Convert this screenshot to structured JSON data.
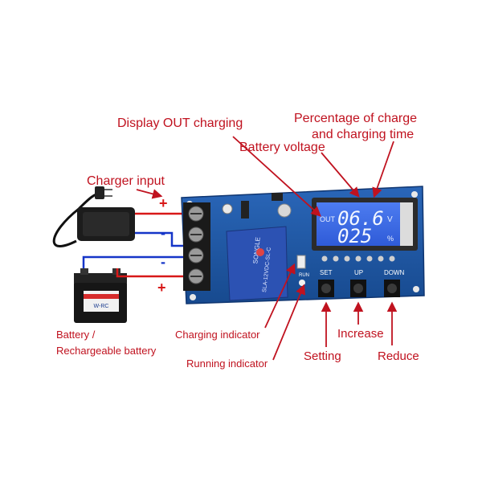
{
  "labels": {
    "display_out_charging": "Display OUT charging",
    "percentage_line1": "Percentage of charge",
    "percentage_line2": "and charging time",
    "battery_voltage": "Battery voltage",
    "charger_input": "Charger input",
    "battery_line1": "Battery /",
    "battery_line2": "Rechargeable battery",
    "charging_indicator": "Charging indicator",
    "running_indicator": "Running indicator",
    "setting": "Setting",
    "increase": "Increase",
    "reduce": "Reduce"
  },
  "polarity": {
    "charger_plus": "+",
    "charger_minus": "-",
    "battery_minus": "-",
    "battery_plus": "+"
  },
  "lcd": {
    "out": "OUT",
    "voltage": "06.6",
    "voltage_unit": "V",
    "percent": "025",
    "percent_unit": "%"
  },
  "board_buttons": {
    "set": "SET",
    "up": "UP",
    "down": "DOWN"
  },
  "relay": {
    "brand": "SONGLE",
    "model": "SLA-12VDC-SL-C"
  },
  "battery_brand": "W-RC",
  "run_marker": "RUN",
  "colors": {
    "board": "#1f5aa8",
    "lcd": "#3d6de8",
    "relay": "#2c52b3",
    "arrow_red": "#c0121f",
    "wire_blue": "#1535c8",
    "wire_red": "#d81818"
  }
}
